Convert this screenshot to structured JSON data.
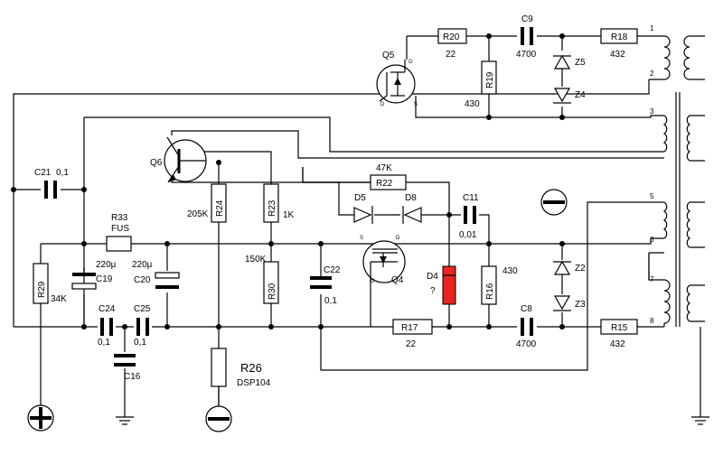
{
  "components": {
    "q5": {
      "ref": "Q5",
      "g": "G",
      "d": "D",
      "s": "S"
    },
    "q6": {
      "ref": "Q6"
    },
    "q4": {
      "ref": "Q4",
      "s": "S",
      "d": "D",
      "g": "G"
    },
    "r20": {
      "ref": "R20",
      "val": "22"
    },
    "r19": {
      "ref": "R19",
      "val": "430"
    },
    "c9": {
      "ref": "C9",
      "val": "4700"
    },
    "r18": {
      "ref": "R18",
      "val": "432"
    },
    "z5": {
      "ref": "Z5"
    },
    "z4": {
      "ref": "Z4"
    },
    "c21": {
      "ref": "C21",
      "val": "0,1"
    },
    "r33": {
      "ref": "R33",
      "val": "FUS"
    },
    "r22": {
      "ref": "R22",
      "val": "47K"
    },
    "r24": {
      "ref": "R24",
      "val": "205K"
    },
    "r23": {
      "ref": "R23",
      "val": "1K"
    },
    "r30": {
      "ref": "R30",
      "val": "150K"
    },
    "r29": {
      "ref": "R29",
      "val": "34K"
    },
    "c19": {
      "ref": "C19",
      "val": "220µ"
    },
    "c20": {
      "ref": "C20",
      "val": "220µ"
    },
    "c22": {
      "ref": "C22",
      "val": "0,1"
    },
    "c24": {
      "ref": "C24",
      "val": "0,1"
    },
    "c25": {
      "ref": "C25",
      "val": "0,1"
    },
    "c16": {
      "ref": "C16"
    },
    "r26": {
      "ref": "R26",
      "val": "DSP104"
    },
    "d5": {
      "ref": "D5"
    },
    "d8": {
      "ref": "D8"
    },
    "c11": {
      "ref": "C11",
      "val": "0,01"
    },
    "d4": {
      "ref": "D4",
      "val": "?"
    },
    "r16": {
      "ref": "R16",
      "val": "430"
    },
    "r17": {
      "ref": "R17",
      "val": "22"
    },
    "c8": {
      "ref": "C8",
      "val": "4700"
    },
    "z2": {
      "ref": "Z2"
    },
    "z3": {
      "ref": "Z3"
    },
    "r15": {
      "ref": "R15",
      "val": "432"
    }
  },
  "pins": [
    "1",
    "2",
    "3",
    "5",
    "6",
    "7",
    "8"
  ],
  "colors": {
    "wire": "#000000",
    "highlight": "#e8251f"
  }
}
